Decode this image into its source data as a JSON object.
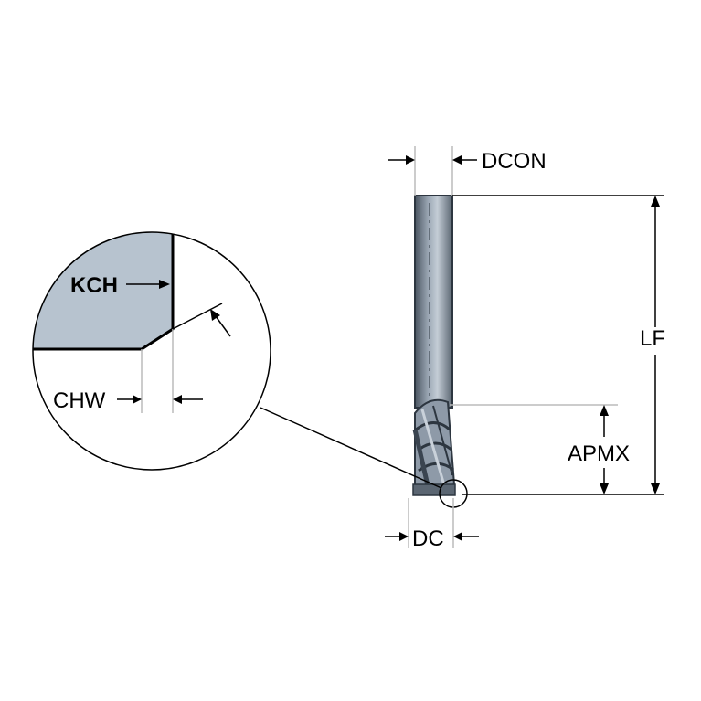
{
  "labels": {
    "dcon": "DCON",
    "lf": "LF",
    "apmx": "APMX",
    "dc": "DC",
    "kch": "KCH",
    "chw": "CHW"
  },
  "colors": {
    "tool_fill": "#8e9aa8",
    "tool_dark": "#3a4450",
    "chamfer_fill": "#b7c3cf",
    "line": "#000000",
    "extension": "#bbbbbb"
  }
}
